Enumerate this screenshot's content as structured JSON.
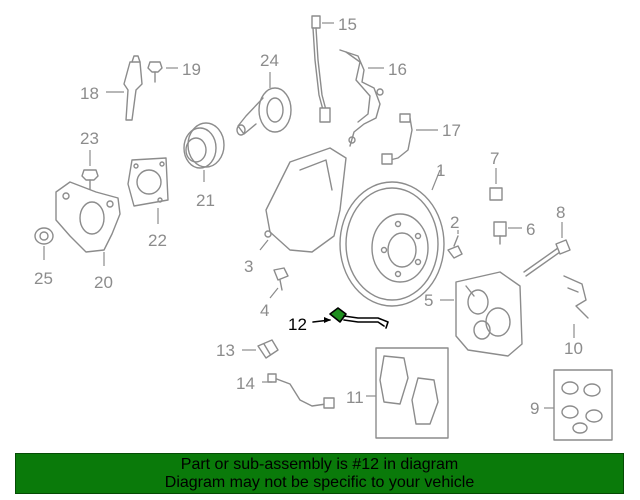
{
  "diagram": {
    "highlighted_part": "12",
    "part_numbers": [
      "1",
      "2",
      "3",
      "4",
      "5",
      "6",
      "7",
      "8",
      "9",
      "10",
      "11",
      "12",
      "13",
      "14",
      "15",
      "16",
      "17",
      "18",
      "19",
      "20",
      "21",
      "22",
      "23",
      "24",
      "25"
    ],
    "colors": {
      "lines": "#8c8c8c",
      "highlight": "#000000",
      "highlight_fill": "#1f8f1f",
      "banner": "#0a7a0a"
    }
  },
  "banner": {
    "line1": "Part or sub-assembly is #12 in diagram",
    "line2": "Diagram may not be specific to your vehicle"
  }
}
